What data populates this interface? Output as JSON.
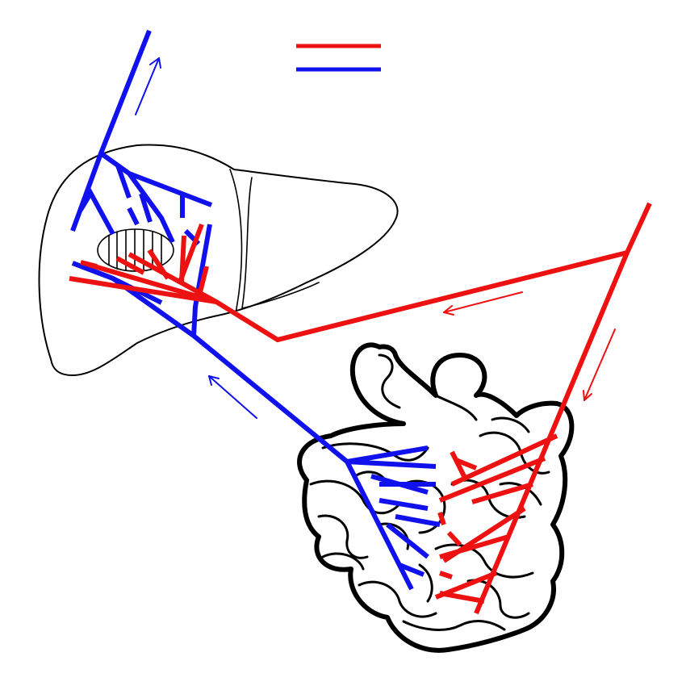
{
  "diagram": {
    "description_visible_text": [],
    "legend": {
      "items": [
        {
          "key": "arterial",
          "color": "#ee1111"
        },
        {
          "key": "portal",
          "color": "#1111ee"
        }
      ]
    },
    "colors": {
      "artery": "#ee1111",
      "vein": "#1111ee",
      "outline": "#000000",
      "background": "#ffffff"
    },
    "organs": [
      "liver",
      "small-intestine"
    ],
    "flow_arrows": [
      {
        "name": "vein-up-arrow",
        "color_key": "vein",
        "direction": "up"
      },
      {
        "name": "artery-left-arrow",
        "color_key": "artery",
        "direction": "left"
      },
      {
        "name": "artery-down-arrow",
        "color_key": "artery",
        "direction": "down"
      },
      {
        "name": "portal-up-left-arrow",
        "color_key": "vein",
        "direction": "up-left"
      }
    ]
  }
}
